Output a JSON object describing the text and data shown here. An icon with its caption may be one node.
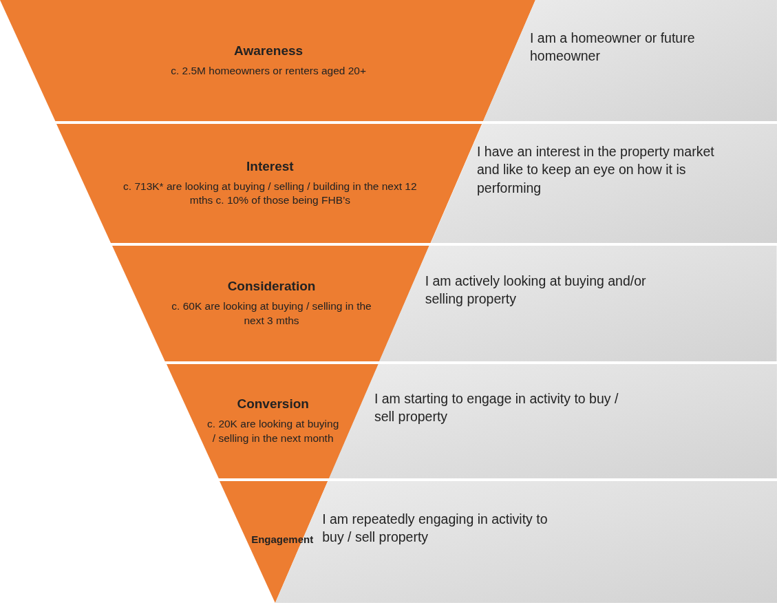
{
  "diagram": {
    "nodes": [
      {
        "text": [
          "Awareness",
          "c. 2.5M homeowners or renters aged 20+"
        ]
      },
      {
        "text": [
          "I am a homeowner or future homeowner"
        ]
      },
      {
        "text": [
          "Interest",
          "c. 713K* are looking at buying / selling / building in the next 12 mths c. 10% of those being FHB’s"
        ]
      },
      {
        "text": [
          "I have an interest in the property market and like to keep an eye on how it is performing"
        ]
      },
      {
        "text": [
          "Consideration",
          "c. 60K are looking at buying / selling in the next 3 mths"
        ]
      },
      {
        "text": [
          "I am actively looking at buying and/or selling property"
        ]
      },
      {
        "text": [
          "Conversion",
          "c. 20K are looking at buying / selling in the next month"
        ]
      },
      {
        "text": [
          "I am starting to engage in activity to buy / sell property"
        ]
      },
      {
        "text": [
          "Engagement"
        ]
      },
      {
        "text": [
          "I am repeatedly engaging in activity to buy / sell property"
        ]
      }
    ],
    "edges": []
  }
}
